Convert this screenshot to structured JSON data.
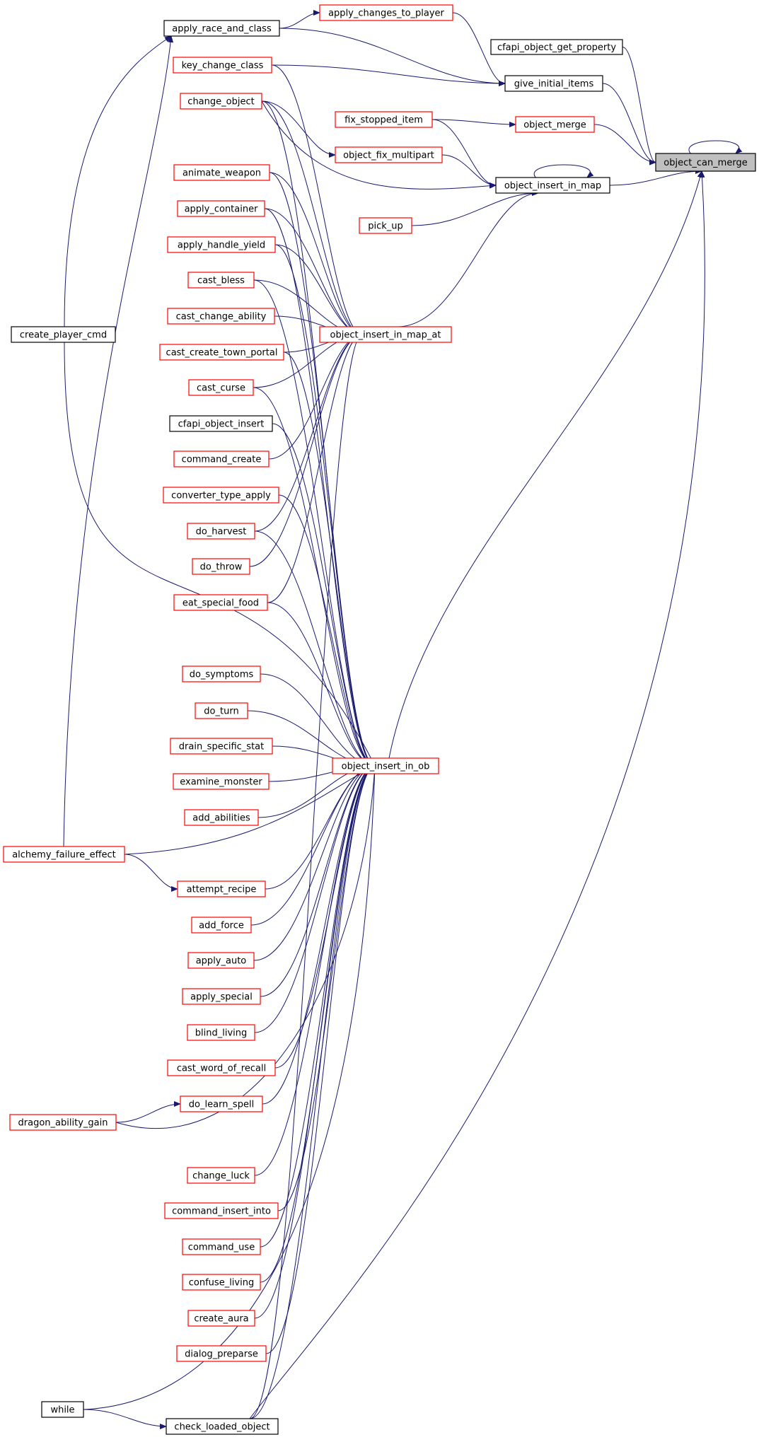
{
  "nodes": [
    {
      "id": "root",
      "label": "object_can_merge",
      "style": "root"
    },
    {
      "id": "cfapi_get",
      "label": "cfapi_object_get_property",
      "style": "black"
    },
    {
      "id": "give_items",
      "label": "give_initial_items",
      "style": "black"
    },
    {
      "id": "obj_merge",
      "label": "object_merge",
      "style": "red"
    },
    {
      "id": "ins_map",
      "label": "object_insert_in_map",
      "style": "black"
    },
    {
      "id": "ins_ob",
      "label": "object_insert_in_ob",
      "style": "red"
    },
    {
      "id": "apply_changes",
      "label": "apply_changes_to_player",
      "style": "red"
    },
    {
      "id": "apply_race",
      "label": "apply_race_and_class",
      "style": "black"
    },
    {
      "id": "key_change",
      "label": "key_change_class",
      "style": "red"
    },
    {
      "id": "fix_stopped",
      "label": "fix_stopped_item",
      "style": "red"
    },
    {
      "id": "fix_multi",
      "label": "object_fix_multipart",
      "style": "red"
    },
    {
      "id": "pick_up",
      "label": "pick_up",
      "style": "red"
    },
    {
      "id": "ins_map_at",
      "label": "object_insert_in_map_at",
      "style": "red"
    },
    {
      "id": "change_object",
      "label": "change_object",
      "style": "red"
    },
    {
      "id": "animate_weapon",
      "label": "animate_weapon",
      "style": "red"
    },
    {
      "id": "apply_container",
      "label": "apply_container",
      "style": "red"
    },
    {
      "id": "apply_handle_yield",
      "label": "apply_handle_yield",
      "style": "red"
    },
    {
      "id": "cast_bless",
      "label": "cast_bless",
      "style": "red"
    },
    {
      "id": "cast_change_ability",
      "label": "cast_change_ability",
      "style": "red"
    },
    {
      "id": "cast_town_portal",
      "label": "cast_create_town_portal",
      "style": "red"
    },
    {
      "id": "cast_curse",
      "label": "cast_curse",
      "style": "red"
    },
    {
      "id": "cfapi_insert",
      "label": "cfapi_object_insert",
      "style": "black"
    },
    {
      "id": "command_create",
      "label": "command_create",
      "style": "red"
    },
    {
      "id": "converter_apply",
      "label": "converter_type_apply",
      "style": "red"
    },
    {
      "id": "do_harvest",
      "label": "do_harvest",
      "style": "red"
    },
    {
      "id": "do_throw",
      "label": "do_throw",
      "style": "red"
    },
    {
      "id": "eat_special",
      "label": "eat_special_food",
      "style": "red"
    },
    {
      "id": "create_player",
      "label": "create_player_cmd",
      "style": "black"
    },
    {
      "id": "do_symptoms",
      "label": "do_symptoms",
      "style": "red"
    },
    {
      "id": "do_turn",
      "label": "do_turn",
      "style": "red"
    },
    {
      "id": "drain_stat",
      "label": "drain_specific_stat",
      "style": "red"
    },
    {
      "id": "examine_monster",
      "label": "examine_monster",
      "style": "red"
    },
    {
      "id": "add_abilities",
      "label": "add_abilities",
      "style": "red"
    },
    {
      "id": "alchemy",
      "label": "alchemy_failure_effect",
      "style": "red"
    },
    {
      "id": "attempt_recipe",
      "label": "attempt_recipe",
      "style": "red"
    },
    {
      "id": "add_force",
      "label": "add_force",
      "style": "red"
    },
    {
      "id": "apply_auto",
      "label": "apply_auto",
      "style": "red"
    },
    {
      "id": "apply_special",
      "label": "apply_special",
      "style": "red"
    },
    {
      "id": "blind_living",
      "label": "blind_living",
      "style": "red"
    },
    {
      "id": "cast_recall",
      "label": "cast_word_of_recall",
      "style": "red"
    },
    {
      "id": "do_learn_spell",
      "label": "do_learn_spell",
      "style": "red"
    },
    {
      "id": "dragon_gain",
      "label": "dragon_ability_gain",
      "style": "red"
    },
    {
      "id": "change_luck",
      "label": "change_luck",
      "style": "red"
    },
    {
      "id": "command_insert",
      "label": "command_insert_into",
      "style": "red"
    },
    {
      "id": "command_use",
      "label": "command_use",
      "style": "red"
    },
    {
      "id": "confuse_living",
      "label": "confuse_living",
      "style": "red"
    },
    {
      "id": "create_aura",
      "label": "create_aura",
      "style": "red"
    },
    {
      "id": "dialog_preparse",
      "label": "dialog_preparse",
      "style": "red"
    },
    {
      "id": "while",
      "label": "while",
      "style": "black"
    },
    {
      "id": "check_loaded",
      "label": "check_loaded_object",
      "style": "black"
    }
  ],
  "edges": [
    {
      "from": "cfapi_get",
      "to": "root"
    },
    {
      "from": "give_items",
      "to": "root"
    },
    {
      "from": "obj_merge",
      "to": "root"
    },
    {
      "from": "ins_map",
      "to": "root"
    },
    {
      "from": "ins_ob",
      "to": "root"
    },
    {
      "from": "root",
      "to": "root"
    },
    {
      "from": "check_loaded",
      "to": "root"
    },
    {
      "from": "apply_changes",
      "to": "give_items"
    },
    {
      "from": "apply_race",
      "to": "give_items"
    },
    {
      "from": "key_change",
      "to": "give_items"
    },
    {
      "from": "apply_race",
      "to": "apply_changes"
    },
    {
      "from": "fix_stopped",
      "to": "obj_merge"
    },
    {
      "from": "fix_stopped",
      "to": "ins_map"
    },
    {
      "from": "fix_multi",
      "to": "ins_map"
    },
    {
      "from": "pick_up",
      "to": "ins_map"
    },
    {
      "from": "ins_map",
      "to": "ins_map"
    },
    {
      "from": "ins_map_at",
      "to": "ins_map"
    },
    {
      "from": "change_object",
      "to": "ins_map"
    },
    {
      "from": "change_object",
      "to": "fix_multi"
    },
    {
      "from": "create_player",
      "to": "apply_race"
    },
    {
      "from": "alchemy",
      "to": "apply_race"
    },
    {
      "from": "key_change",
      "to": "ins_map_at"
    },
    {
      "from": "change_object",
      "to": "ins_map_at"
    },
    {
      "from": "animate_weapon",
      "to": "ins_map_at"
    },
    {
      "from": "apply_container",
      "to": "ins_map_at"
    },
    {
      "from": "apply_handle_yield",
      "to": "ins_map_at"
    },
    {
      "from": "cast_bless",
      "to": "ins_map_at"
    },
    {
      "from": "cast_change_ability",
      "to": "ins_map_at"
    },
    {
      "from": "cast_town_portal",
      "to": "ins_map_at"
    },
    {
      "from": "cast_curse",
      "to": "ins_map_at"
    },
    {
      "from": "command_create",
      "to": "ins_map_at"
    },
    {
      "from": "do_harvest",
      "to": "ins_map_at"
    },
    {
      "from": "do_throw",
      "to": "ins_map_at"
    },
    {
      "from": "eat_special",
      "to": "ins_map_at"
    },
    {
      "from": "check_loaded",
      "to": "ins_map_at"
    },
    {
      "from": "create_player",
      "to": "ins_ob"
    },
    {
      "from": "change_object",
      "to": "ins_ob"
    },
    {
      "from": "animate_weapon",
      "to": "ins_ob"
    },
    {
      "from": "apply_container",
      "to": "ins_ob"
    },
    {
      "from": "apply_handle_yield",
      "to": "ins_ob"
    },
    {
      "from": "cast_bless",
      "to": "ins_ob"
    },
    {
      "from": "cast_town_portal",
      "to": "ins_ob"
    },
    {
      "from": "cast_curse",
      "to": "ins_ob"
    },
    {
      "from": "cfapi_insert",
      "to": "ins_ob"
    },
    {
      "from": "converter_apply",
      "to": "ins_ob"
    },
    {
      "from": "do_harvest",
      "to": "ins_ob"
    },
    {
      "from": "eat_special",
      "to": "ins_ob"
    },
    {
      "from": "do_symptoms",
      "to": "ins_ob"
    },
    {
      "from": "do_turn",
      "to": "ins_ob"
    },
    {
      "from": "drain_stat",
      "to": "ins_ob"
    },
    {
      "from": "examine_monster",
      "to": "ins_ob"
    },
    {
      "from": "add_abilities",
      "to": "ins_ob"
    },
    {
      "from": "alchemy",
      "to": "ins_ob"
    },
    {
      "from": "attempt_recipe",
      "to": "ins_ob"
    },
    {
      "from": "add_force",
      "to": "ins_ob"
    },
    {
      "from": "apply_auto",
      "to": "ins_ob"
    },
    {
      "from": "apply_special",
      "to": "ins_ob"
    },
    {
      "from": "blind_living",
      "to": "ins_ob"
    },
    {
      "from": "cast_recall",
      "to": "ins_ob"
    },
    {
      "from": "do_learn_spell",
      "to": "ins_ob"
    },
    {
      "from": "dragon_gain",
      "to": "ins_ob"
    },
    {
      "from": "change_luck",
      "to": "ins_ob"
    },
    {
      "from": "command_insert",
      "to": "ins_ob"
    },
    {
      "from": "command_use",
      "to": "ins_ob"
    },
    {
      "from": "confuse_living",
      "to": "ins_ob"
    },
    {
      "from": "create_aura",
      "to": "ins_ob"
    },
    {
      "from": "dialog_preparse",
      "to": "ins_ob"
    },
    {
      "from": "check_loaded",
      "to": "ins_ob"
    },
    {
      "from": "alchemy",
      "to": "attempt_recipe"
    },
    {
      "from": "dragon_gain",
      "to": "do_learn_spell"
    },
    {
      "from": "while",
      "to": "check_loaded"
    },
    {
      "from": "while",
      "to": "ins_ob"
    }
  ],
  "colors": {
    "edge": "#191970",
    "red_border": "#ff0000",
    "black_border": "#000000",
    "root_fill": "#bfbfbf",
    "node_fill": "#ffffff",
    "text": "#000000"
  }
}
